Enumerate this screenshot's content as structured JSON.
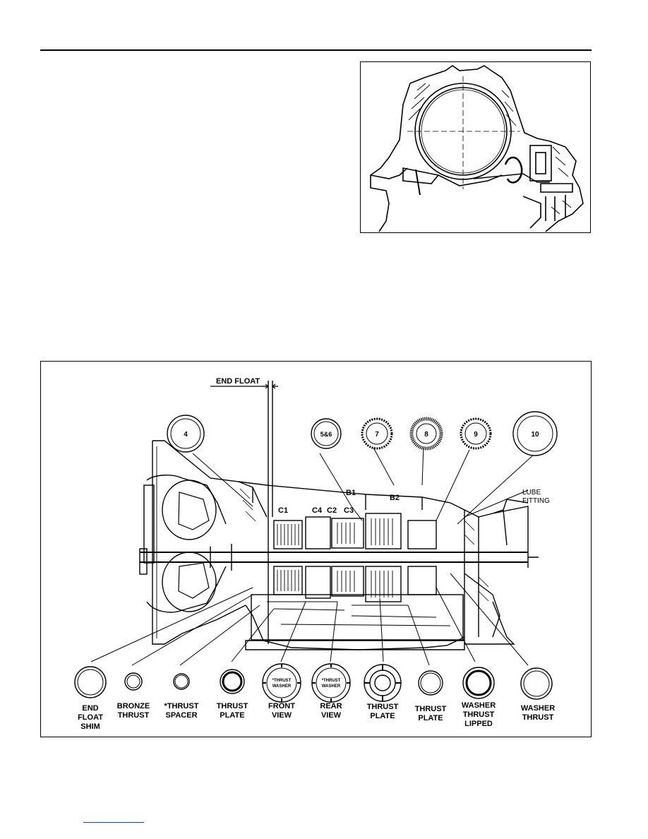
{
  "diagram": {
    "top_labels": {
      "end_float": "END FLOAT",
      "c1": "C1",
      "c4": "C4",
      "c2": "C2",
      "c3": "C3",
      "b1": "B1",
      "b2": "B2",
      "lube_line1": "LUBE",
      "lube_line2": "FITTING"
    },
    "callouts": {
      "n4": "4",
      "n56": "5&6",
      "n7": "7",
      "n8": "8",
      "n9": "9",
      "n10": "10"
    },
    "washer_text": {
      "front_line1": "*THRUST",
      "front_line2": "WASHER",
      "rear_line1": "*THRUST",
      "rear_line2": "WASHER"
    },
    "parts": [
      {
        "line1": "END",
        "line2": "FLOAT",
        "line3": "SHIM"
      },
      {
        "line1": "BRONZE",
        "line2": "THRUST",
        "line3": ""
      },
      {
        "line1": "*THRUST",
        "line2": "SPACER",
        "line3": ""
      },
      {
        "line1": "THRUST",
        "line2": "PLATE",
        "line3": ""
      },
      {
        "line1": "FRONT",
        "line2": "VIEW",
        "line3": ""
      },
      {
        "line1": "REAR",
        "line2": "VIEW",
        "line3": ""
      },
      {
        "line1": "THRUST",
        "line2": "PLATE",
        "line3": ""
      },
      {
        "line1": "THRUST",
        "line2": "PLATE",
        "line3": ""
      },
      {
        "line1": "WASHER",
        "line2": "THRUST",
        "line3": "LIPPED"
      },
      {
        "line1": "WASHER",
        "line2": "THRUST",
        "line3": ""
      }
    ]
  }
}
